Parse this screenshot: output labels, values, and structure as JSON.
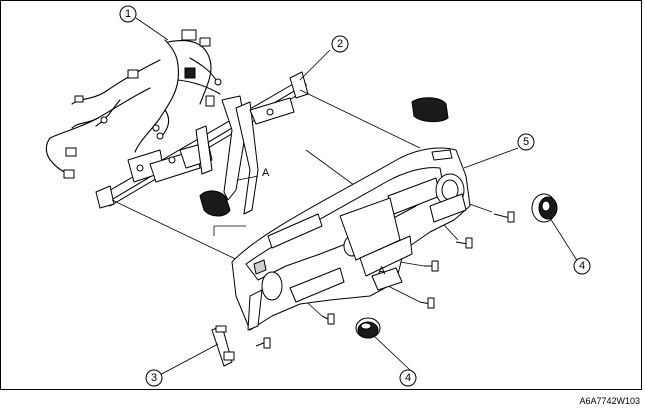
{
  "callouts": [
    "1",
    "2",
    "3",
    "4",
    "4",
    "5"
  ],
  "reference_marks": [
    "A",
    "A"
  ],
  "figure_code": "A6A7742W103"
}
